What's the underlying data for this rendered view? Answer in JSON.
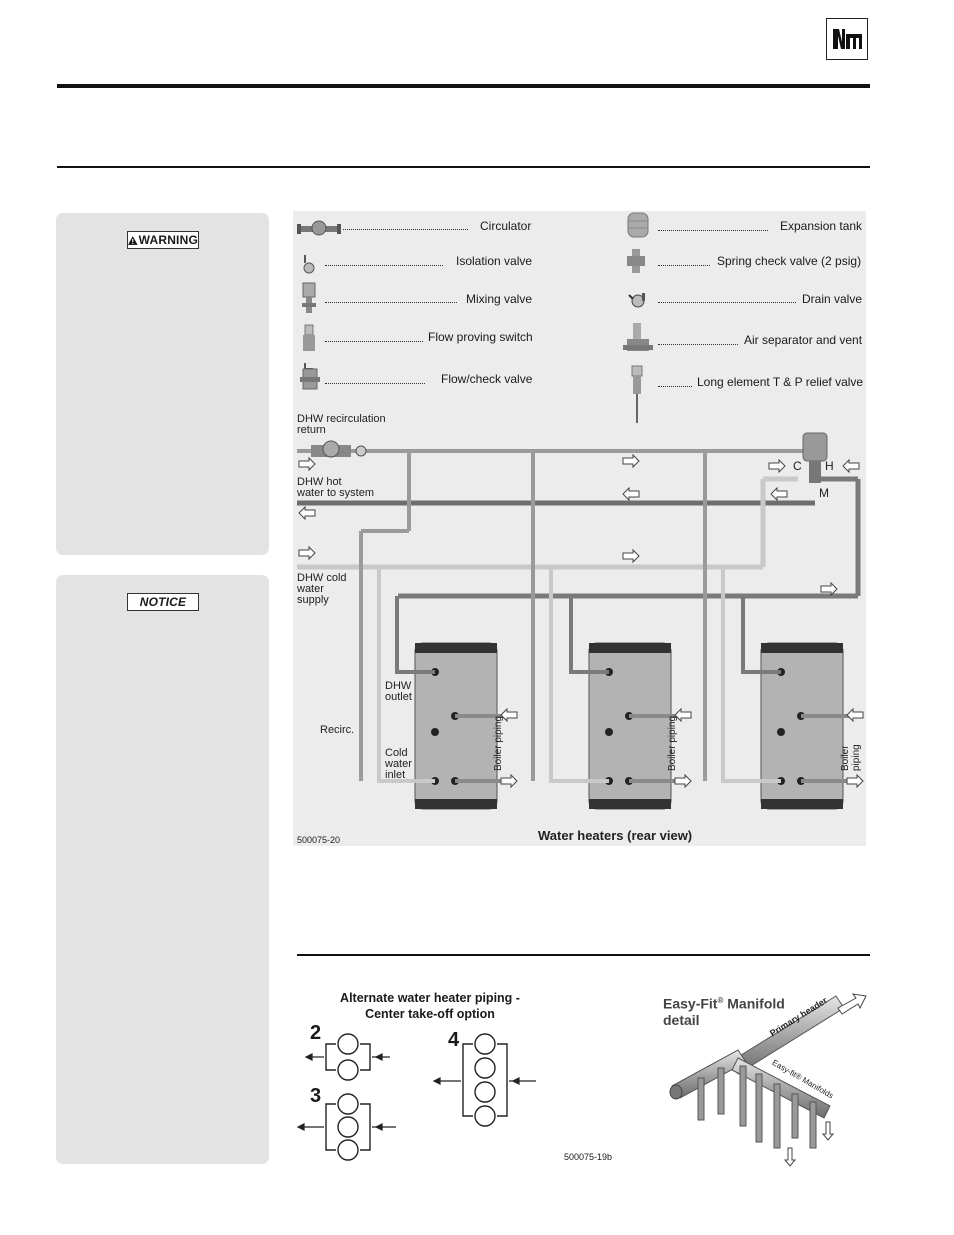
{
  "brand": {
    "logo_text": "WM"
  },
  "sidebar": {
    "warning_label": "WARNING",
    "notice_label": "NOTICE"
  },
  "legend": {
    "circulator": "Circulator",
    "isolation_valve": "Isolation valve",
    "mixing_valve": "Mixing valve",
    "flow_proving_switch": "Flow proving switch",
    "flow_check_valve": "Flow/check valve",
    "expansion_tank": "Expansion tank",
    "spring_check_valve": "Spring check valve (2 psig)",
    "drain_valve": "Drain valve",
    "air_separator": "Air separator and vent",
    "tp_relief_valve": "Long element T & P relief valve"
  },
  "piping": {
    "recirc_return": [
      "DHW recirculation",
      "return"
    ],
    "hot_to_system": [
      "DHW hot",
      "water to system"
    ],
    "cold_supply": [
      "DHW cold",
      "water",
      "supply"
    ],
    "mixing_c": "C",
    "mixing_h": "H",
    "mixing_m": "M",
    "dhw_outlet": [
      "DHW",
      "outlet"
    ],
    "recirc": "Recirc.",
    "cold_inlet": [
      "Cold",
      "water",
      "inlet"
    ],
    "boiler_piping": "Boiler piping",
    "figure_id": "500075-20",
    "caption": "Water heaters (rear view)"
  },
  "alternate": {
    "title_line1": "Alternate water heater piping -",
    "title_line2": "Center take-off option",
    "num_2": "2",
    "num_3": "3",
    "num_4": "4",
    "figure_id": "500075-19b"
  },
  "manifold": {
    "title_line1": "Easy-Fit",
    "title_reg": "®",
    "title_line1b": " Manifold",
    "title_line2": "detail",
    "primary_header": "Primary header",
    "manifolds_label": "Easy-fit® Manifolds"
  }
}
